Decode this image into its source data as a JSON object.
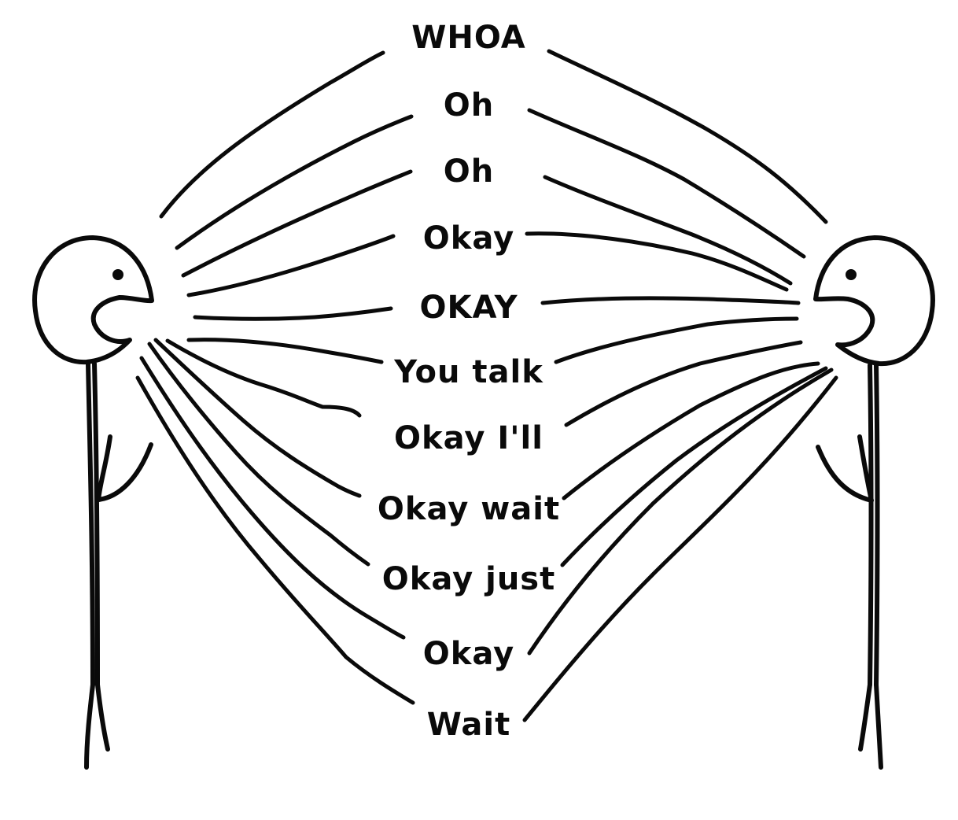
{
  "dialogue": [
    "WHOA",
    "Oh",
    "Oh",
    "Okay",
    "OKAY",
    "You talk",
    "Okay I'll",
    "Okay wait",
    "Okay just",
    "Okay",
    "Wait"
  ],
  "colors": {
    "ink": "#0a0a0a",
    "background": "#ffffff"
  }
}
